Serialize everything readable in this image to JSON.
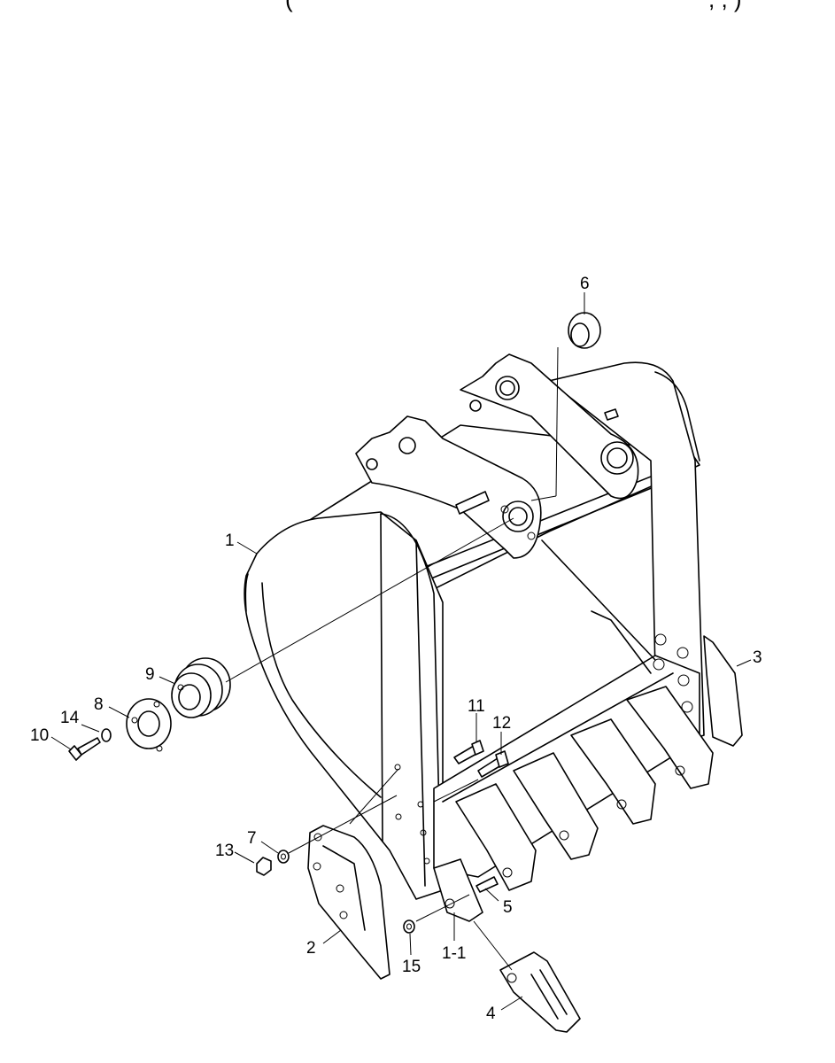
{
  "header": {
    "left_paren": "(",
    "right_text": ", ,  )"
  },
  "callouts": {
    "c1": "1",
    "c1_1": "1-1",
    "c2": "2",
    "c3": "3",
    "c4": "4",
    "c5": "5",
    "c6": "6",
    "c7": "7",
    "c8": "8",
    "c9": "9",
    "c10": "10",
    "c11": "11",
    "c12": "12",
    "c13": "13",
    "c14": "14",
    "c15": "15"
  }
}
